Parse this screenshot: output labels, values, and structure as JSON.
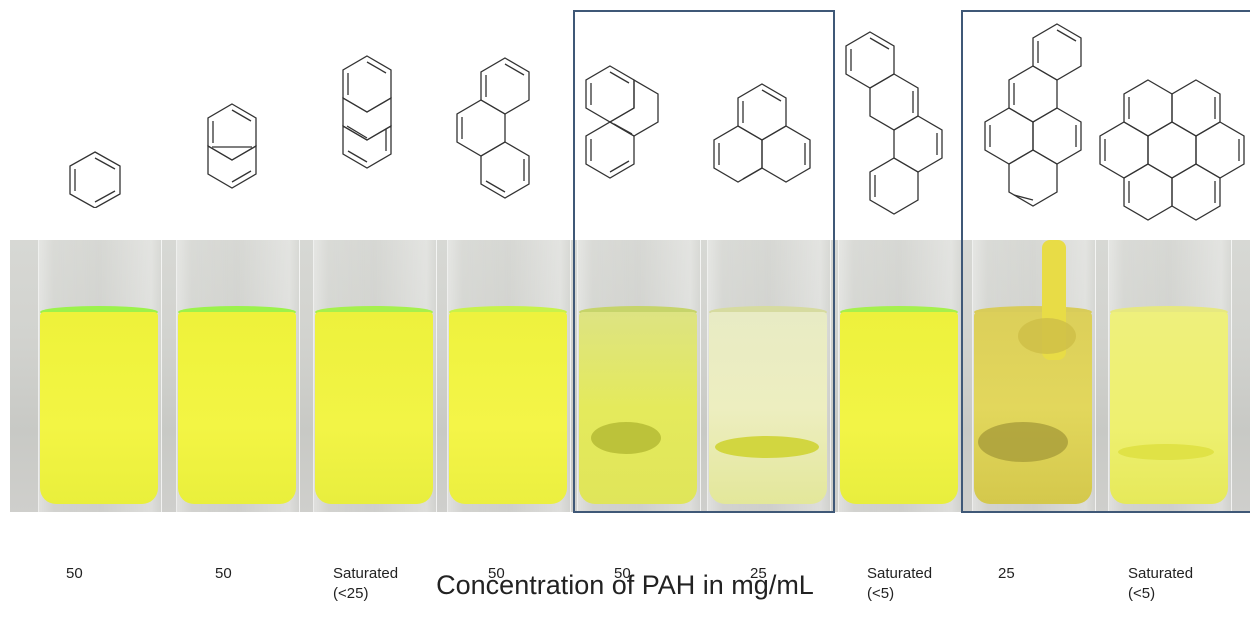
{
  "figure": {
    "x_axis_title": "Concentration of PAH in mg/mL",
    "colors": {
      "liquid_yellow": "#f0f440",
      "liquid_pale": "#e8ecb8",
      "liquid_amber": "#dccf52",
      "sediment": "#c4c43a",
      "box_border": "#3f5877",
      "bond_line": "#333333",
      "fluorescence_green": "#7cf040"
    },
    "samples": [
      {
        "label_line1": "50",
        "label_line2": "",
        "structure": "benzene"
      },
      {
        "label_line1": "50",
        "label_line2": "",
        "structure": "naphthalene"
      },
      {
        "label_line1": "Saturated",
        "label_line2": "(<25)",
        "structure": "anthracene"
      },
      {
        "label_line1": "50",
        "label_line2": "",
        "structure": "phenanthrene"
      },
      {
        "label_line1": "50",
        "label_line2": "",
        "structure": "pyrene"
      },
      {
        "label_line1": "25",
        "label_line2": "",
        "structure": "triphenylene"
      },
      {
        "label_line1": "Saturated",
        "label_line2": "(<5)",
        "structure": "chrysene"
      },
      {
        "label_line1": "25",
        "label_line2": "",
        "structure": "benzo[a]pyrene"
      },
      {
        "label_line1": "Saturated",
        "label_line2": "(<5)",
        "structure": "coronene"
      }
    ]
  }
}
